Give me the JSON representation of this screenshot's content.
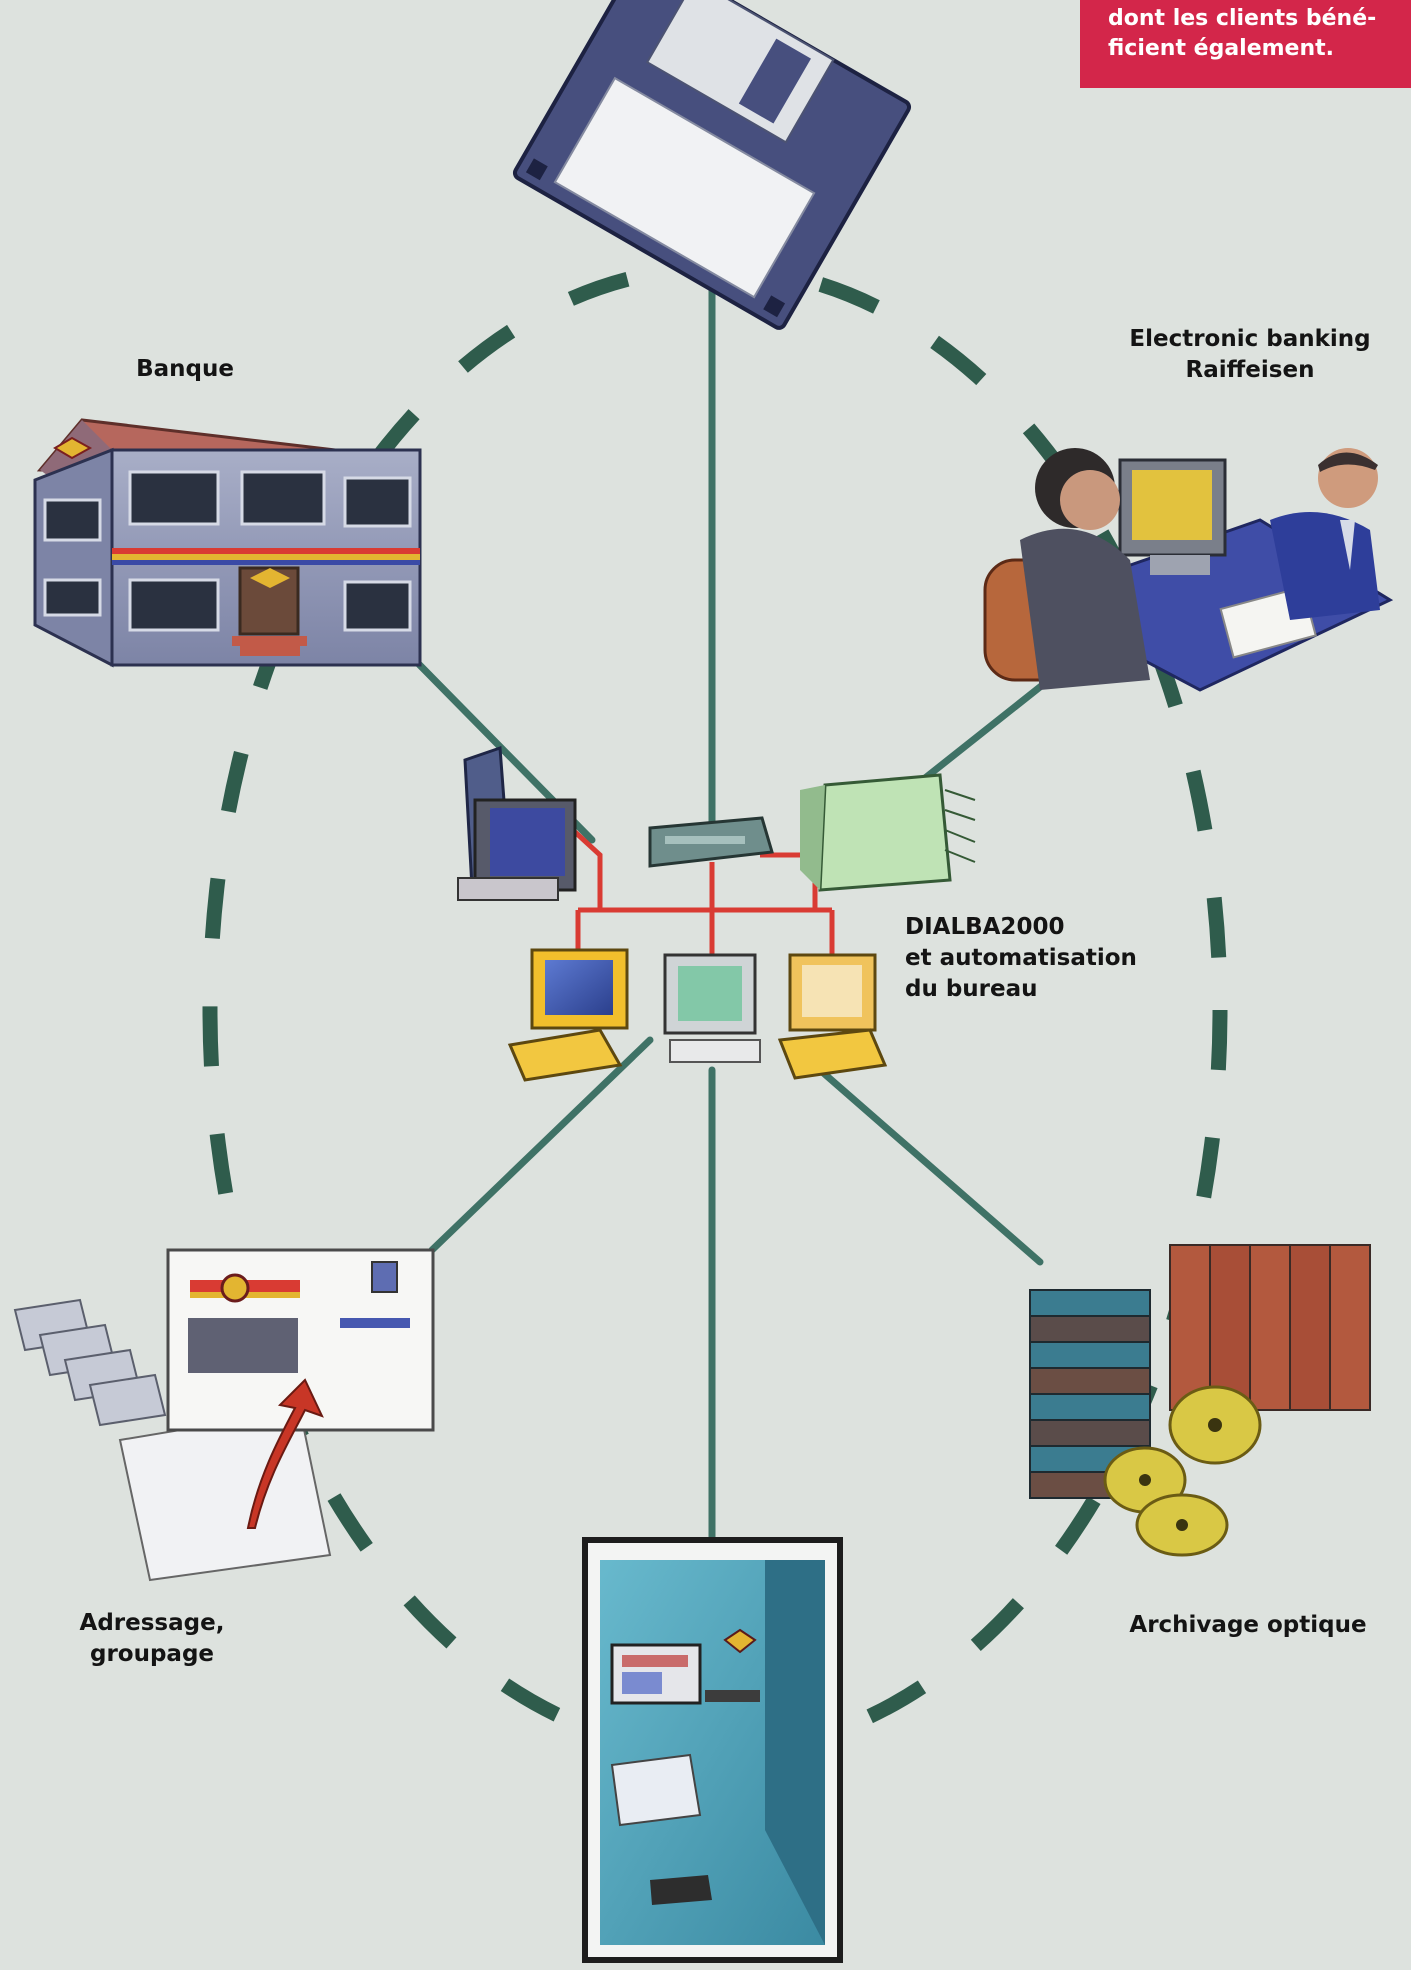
{
  "callout": {
    "lines": [
      "dont les clients béné-",
      "ficient également."
    ],
    "color": "#d3264a"
  },
  "labels": {
    "banque": "Banque",
    "electronic_banking": [
      "Electronic banking",
      "Raiffeisen"
    ],
    "dialba": [
      "DIALBA2000",
      "et automatisation",
      "du bureau"
    ],
    "adressage": [
      "Adressage,",
      "groupage"
    ],
    "archivage": "Archivage optique"
  },
  "colors": {
    "background": "#dde2de",
    "link_line": "#3f7266",
    "dashed_ring": "#2f5c4c",
    "local_network": "#d93b33"
  },
  "nodes": [
    {
      "id": "diskette",
      "icon": "floppy-disk-icon"
    },
    {
      "id": "banque",
      "icon": "bank-building-icon"
    },
    {
      "id": "electronic-banking",
      "icon": "customer-meeting-icon"
    },
    {
      "id": "adressage",
      "icon": "mailing-envelope-icon"
    },
    {
      "id": "archivage",
      "icon": "optical-archive-icon"
    },
    {
      "id": "atm",
      "icon": "cash-machine-icon"
    },
    {
      "id": "dialba",
      "icon": "office-network-icon"
    }
  ]
}
